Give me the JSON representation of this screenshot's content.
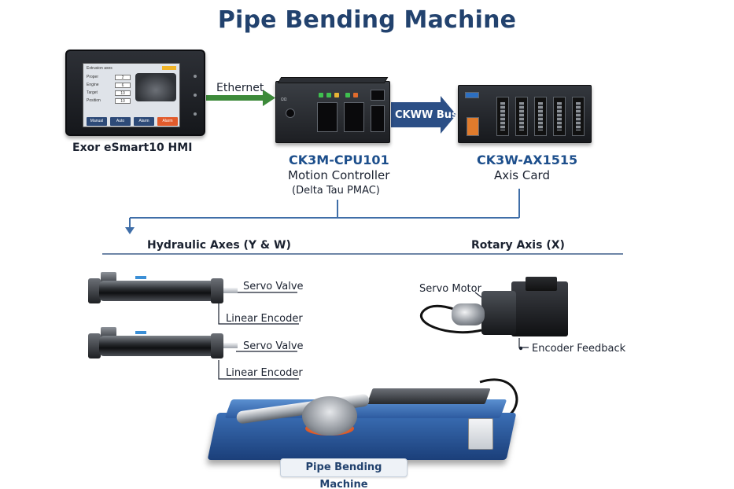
{
  "title": "Pipe Bending Machine",
  "hmi": {
    "label": "Exor eSmart10 HMI",
    "screen": {
      "header": "Extrusion axes",
      "rows": [
        {
          "name": "Proper",
          "value": "2"
        },
        {
          "name": "Engine",
          "value": "6"
        },
        {
          "name": "Target",
          "value": "10"
        },
        {
          "name": "Position",
          "value": "10"
        }
      ],
      "buttons": [
        "Manual",
        "Auto",
        "Alarm",
        "Alarm"
      ]
    }
  },
  "links": {
    "ethernet": "Ethernet",
    "bus": "CKWW Bus"
  },
  "controller": {
    "model": "CK3M-CPU101",
    "role": "Motion Controller",
    "note": "(Delta Tau PMAC)"
  },
  "axis_card": {
    "model": "CK3W-AX1515",
    "role": "Axis Card"
  },
  "sections": {
    "hydraulic": "Hydraulic Axes (Y & W)",
    "rotary": "Rotary Axis (X)"
  },
  "hydraulic_labels": {
    "valve_1": "Servo Valve",
    "encoder_1": "Linear Encoder",
    "valve_2": "Servo Valve",
    "encoder_2": "Linear Encoder"
  },
  "rotary_labels": {
    "motor": "Servo Motor",
    "feedback": "Encoder Feedback"
  },
  "machine_caption": "Pipe Bending Machine",
  "colors": {
    "title": "#22426e",
    "model_text": "#1d4f8c",
    "ethernet_arrow": "#3d8a3a",
    "bus_arrow": "#2c4f86",
    "connector_lines": "#3f6ea8"
  }
}
